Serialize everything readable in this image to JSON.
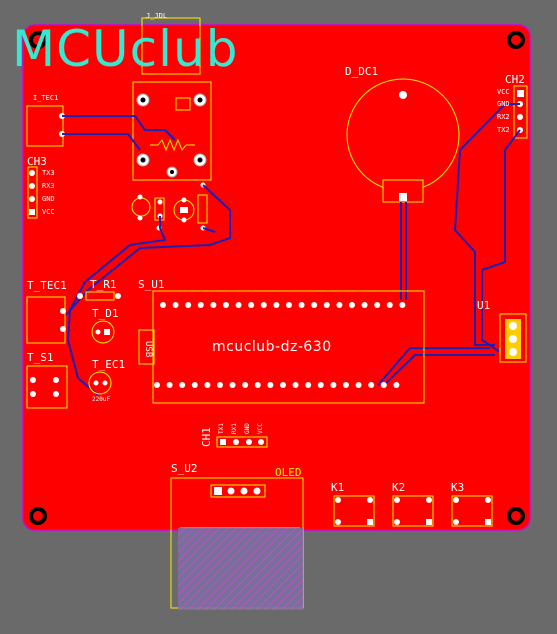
{
  "board": {
    "logo_text": "MCUclub",
    "main_title": "mcuclub-dz-630",
    "colors": {
      "background": "#6a6a6a",
      "copper": "#ff0000",
      "silk": "#ffee00",
      "text": "#ffffff",
      "trace": "#1d1db8",
      "logo": "#34e8d2",
      "outline": "#d400d4"
    }
  },
  "components": {
    "j_jdl": "J_JDL",
    "i_tec1": "I_TEC1",
    "ch3": "CH3",
    "ch3_pins": [
      "TX3",
      "RX3",
      "GND",
      "VCC"
    ],
    "d_dc1": "D_DC1",
    "ch2": "CH2",
    "ch2_pins": [
      "VCC",
      "GND",
      "RX2",
      "TX2"
    ],
    "t_tec1": "T_TEC1",
    "t_r1": "T_R1",
    "t_d1": "T_D1",
    "t_s1": "T_S1",
    "t_ec1": "T_EC1",
    "s_u1": "S_U1",
    "u1": "U1",
    "usb": "USB",
    "ch1": "CH1",
    "ch1_pins": [
      "TX1",
      "RX1",
      "GND",
      "VCC"
    ],
    "s_u2": "S_U2",
    "oled": "OLED",
    "k1": "K1",
    "k2": "K2",
    "k3": "K3",
    "cap_val": "220uF"
  }
}
